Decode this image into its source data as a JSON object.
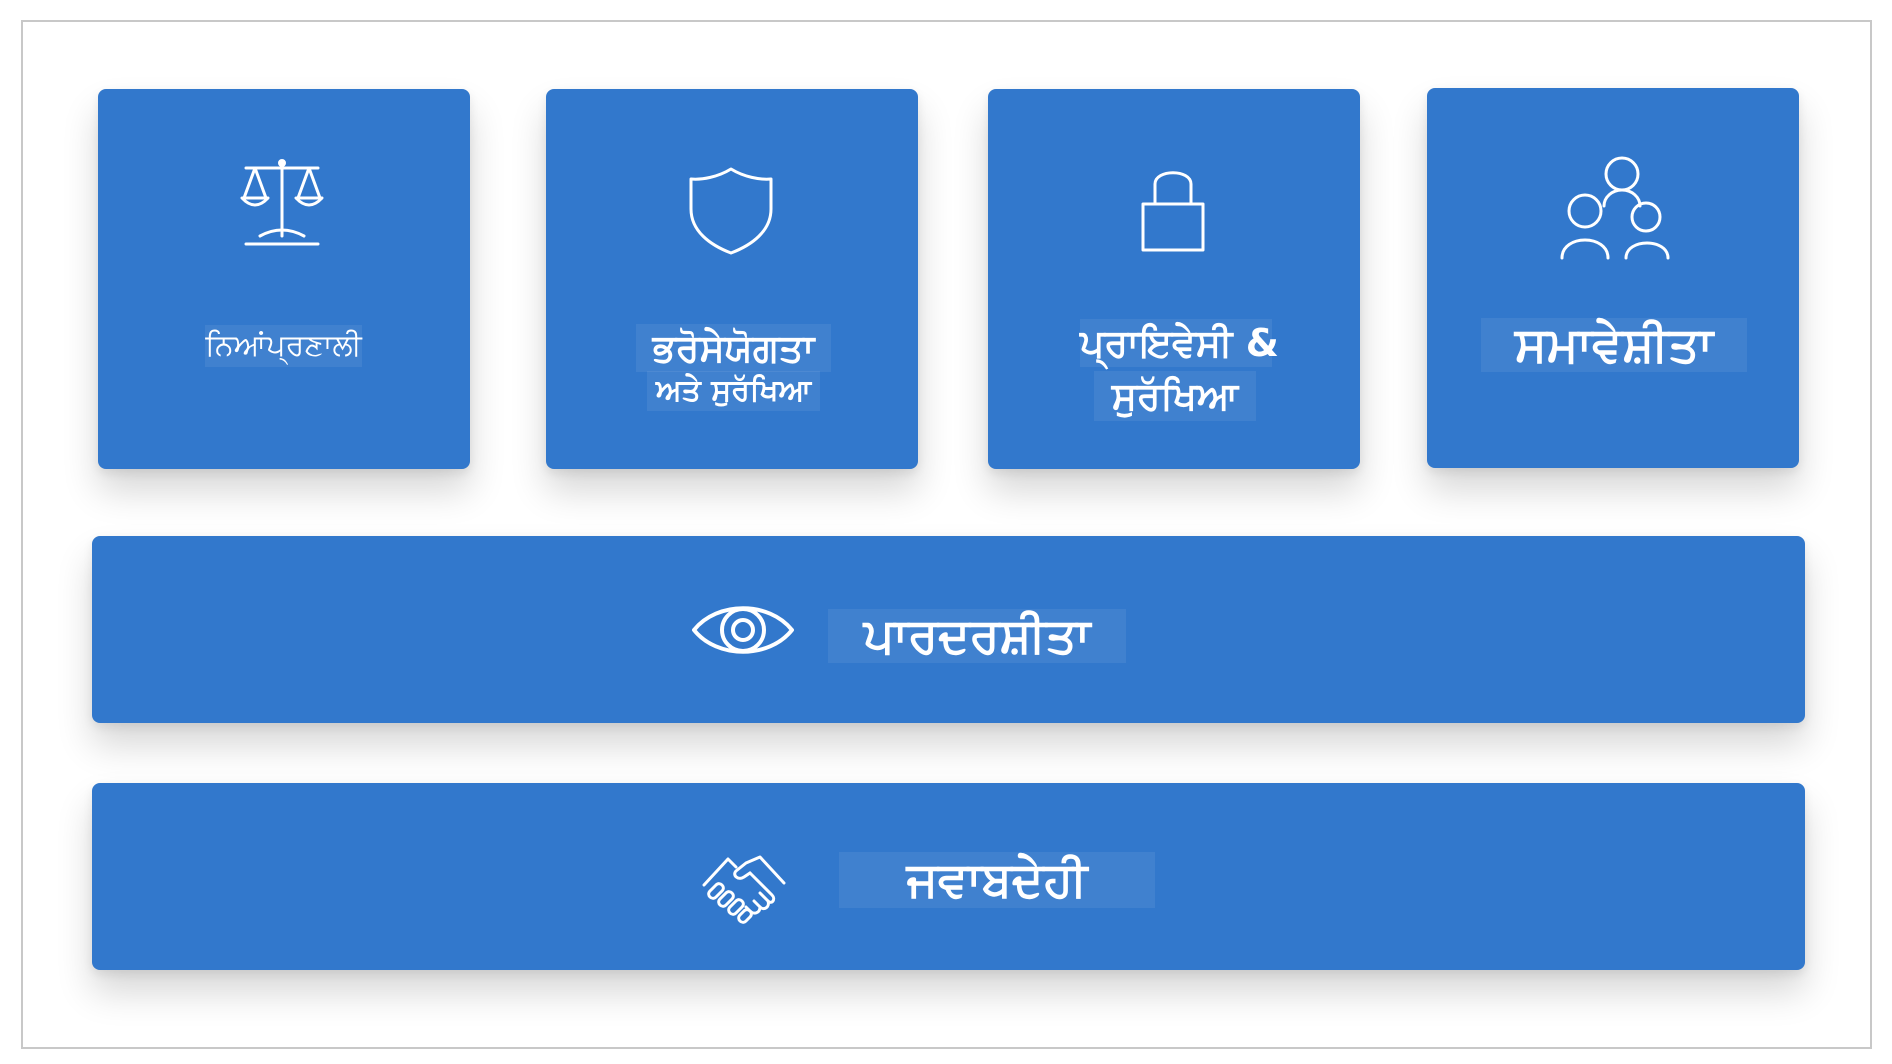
{
  "principles": {
    "fairness": {
      "icon": "scales-icon",
      "label": "ਨਿਆਂਪ੍ਰਣਾਲੀ"
    },
    "reliability": {
      "icon": "shield-icon",
      "label_line1": "ਭਰੋਸੇਯੋਗਤਾ",
      "label_line2": "ਅਤੇ ਸੁਰੱਖਿਆ"
    },
    "privacy": {
      "icon": "lock-icon",
      "label_line1": "ਪ੍ਰਾਇਵੇਸੀ &",
      "label_line2": "ਸੁਰੱਖਿਆ"
    },
    "inclusiveness": {
      "icon": "people-icon",
      "label": "ਸਮਾਵੇਸ਼ੀਤਾ"
    },
    "transparency": {
      "icon": "eye-icon",
      "label": "ਪਾਰਦਰਸ਼ੀਤਾ"
    },
    "accountability": {
      "icon": "handshake-icon",
      "label": "ਜਵਾਬਦੇਹੀ"
    }
  },
  "colors": {
    "tile": "#3278cc",
    "text": "#ffffff",
    "frame_border": "#c8c8c8"
  }
}
